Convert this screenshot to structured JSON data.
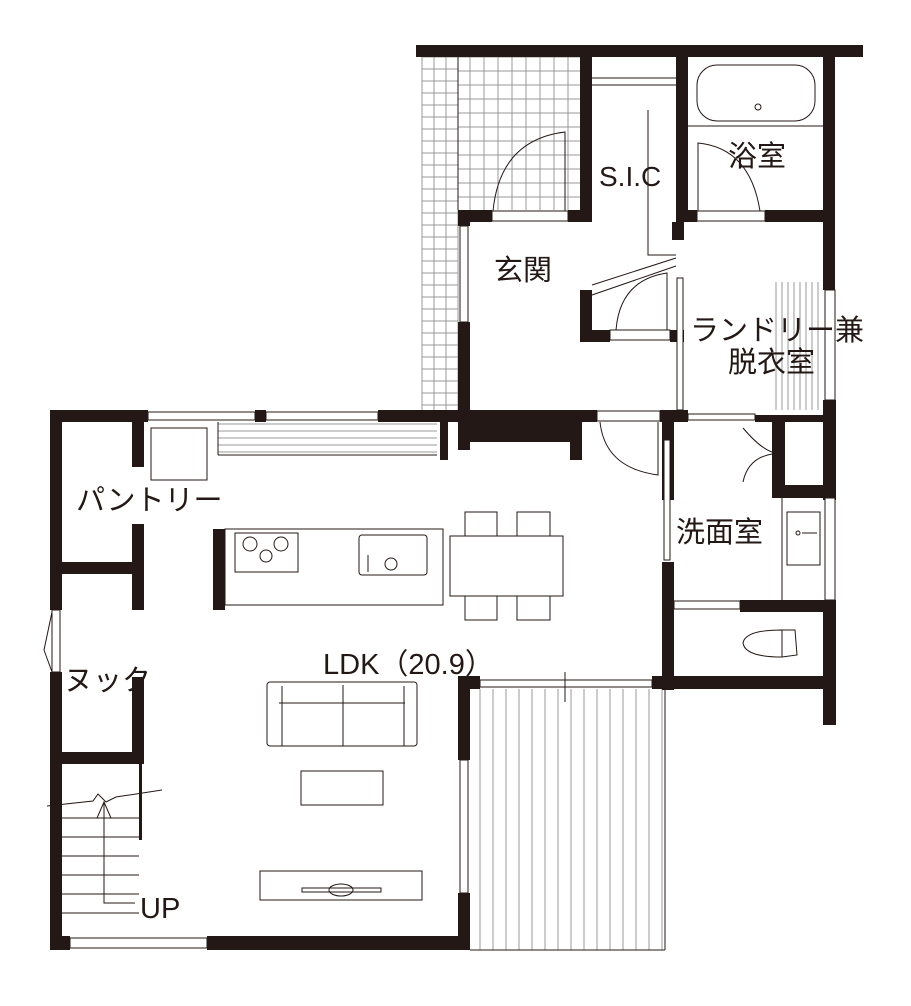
{
  "rooms": {
    "genkan": "玄関",
    "sic": "S.I.C",
    "bath": "浴室",
    "laundry_line1": "ランドリー兼",
    "laundry_line2": "脱衣室",
    "pantry": "パントリー",
    "nook": "ヌック",
    "washroom": "洗面室",
    "ldk": "LDK（20.9）",
    "stairs_up": "UP"
  },
  "colors": {
    "wall": "#231815",
    "background": "#ffffff",
    "tile": "#cfcfcf"
  }
}
